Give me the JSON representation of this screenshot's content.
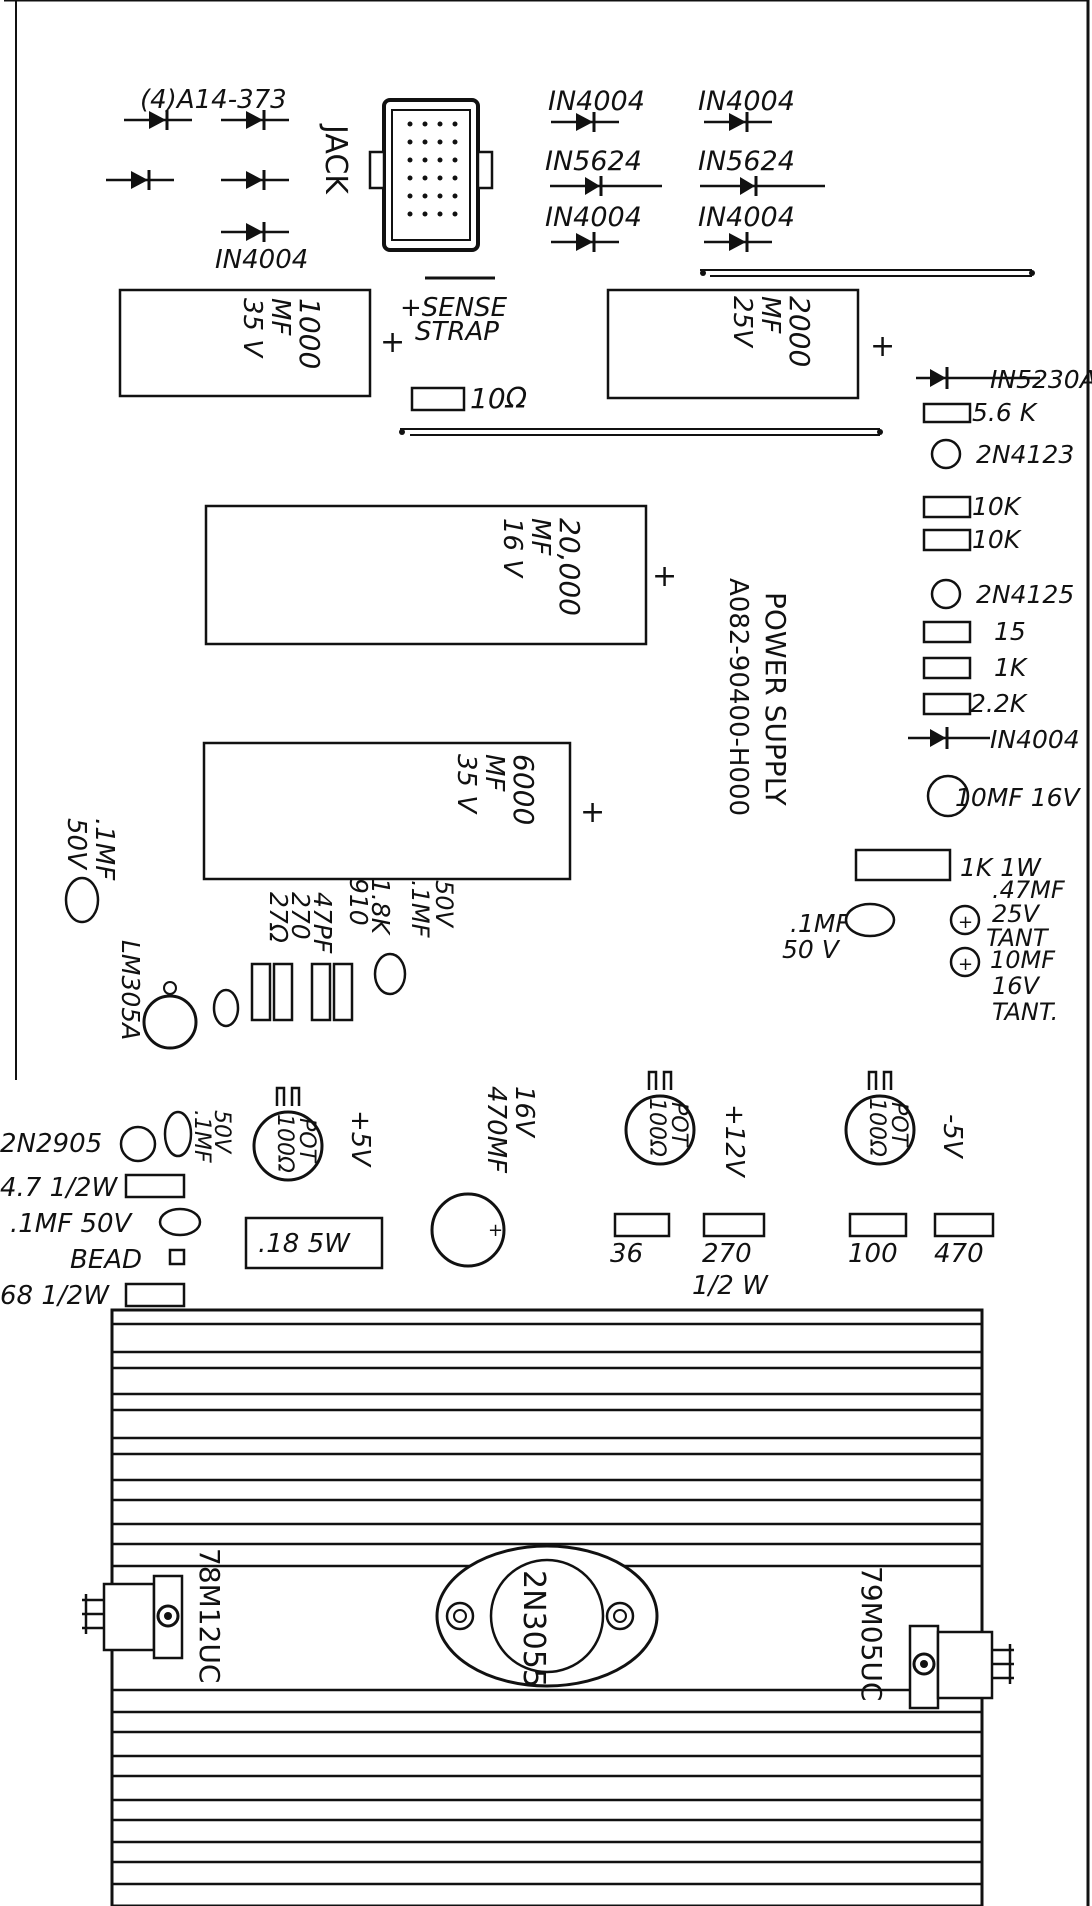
{
  "title": "POWER SUPPLY",
  "part_number": "A082-90400-H000",
  "labels": {
    "diode_array": "(4)A14-373",
    "jack": "JACK",
    "d_1n4004_a": "IN4004",
    "d_1n4004_b": "IN4004",
    "d_1n4004_c": "IN4004",
    "d_1n4004_d": "IN4004",
    "d_1n4004_left": "IN4004",
    "d_1n5624_a": "IN5624",
    "d_1n5624_b": "IN5624",
    "sense": "+SENSE",
    "strap": "STRAP",
    "r_10ohm": "10Ω",
    "c1000_v": "1000",
    "c1000_u": "MF",
    "c1000_w": "35 V",
    "c2000_v": "2000",
    "c2000_u": "MF",
    "c2000_w": "25V",
    "c20000_v": "20,000",
    "c20000_u": "MF",
    "c20000_w": "16 V",
    "c6000_v": "6000",
    "c6000_u": "MF",
    "c6000_w": "35 V",
    "plus": "+",
    "d_1n5230": "IN5230A",
    "r_5_6k": "5.6 K",
    "q_2n4123": "2N4123",
    "r_10k_a": "10K",
    "r_10k_b": "10K",
    "q_2n4125": "2N4125",
    "r_15": "15",
    "r_1k": "1K",
    "r_2_2k": "2.2K",
    "d_1n4004_right": "IN4004",
    "c_10mf": "10MF 16V",
    "r_1k1w": "1K 1W",
    "c_47_a": ".47MF",
    "c_47_b": "25V",
    "c_47_c": "TANT",
    "c_10t_a": "10MF",
    "c_10t_b": "16V",
    "c_10t_c": "TANT.",
    "c_1mf_a": ".1MF",
    "c_1mf_b": "50 V",
    "c_left_a": ".1MF",
    "c_left_b": "50V",
    "r_27": "27Ω",
    "r_270": "270",
    "c_47pf": "47PF",
    "r_910": "910",
    "r_1_8k": "1.8K",
    "c_mid_a": ".1MF",
    "c_mid_b": "50V",
    "ic_lm305": "LM305A",
    "q_2n2905": "2N2905",
    "c_small_a": ".1MF",
    "c_small_b": "50V",
    "pot_a": "100Ω",
    "pot_b": "POT",
    "v_p5": "+5V",
    "v_p12": "+12V",
    "v_m5": "-5V",
    "c_470_a": "470MF",
    "c_470_b": "16V",
    "r_4_7": "4.7 1/2W",
    "c_left_small": ".1MF 50V",
    "bead": "BEAD",
    "r_68": "68 1/2W",
    "r_018": ".18  5W",
    "r_36": "36",
    "r_270b": "270",
    "r_half_w": "1/2 W",
    "r_100": "100",
    "r_470": "470",
    "reg_78m12": "78M12UC",
    "reg_79m05": "79M05UC",
    "q_2n3055": "2N3055"
  }
}
